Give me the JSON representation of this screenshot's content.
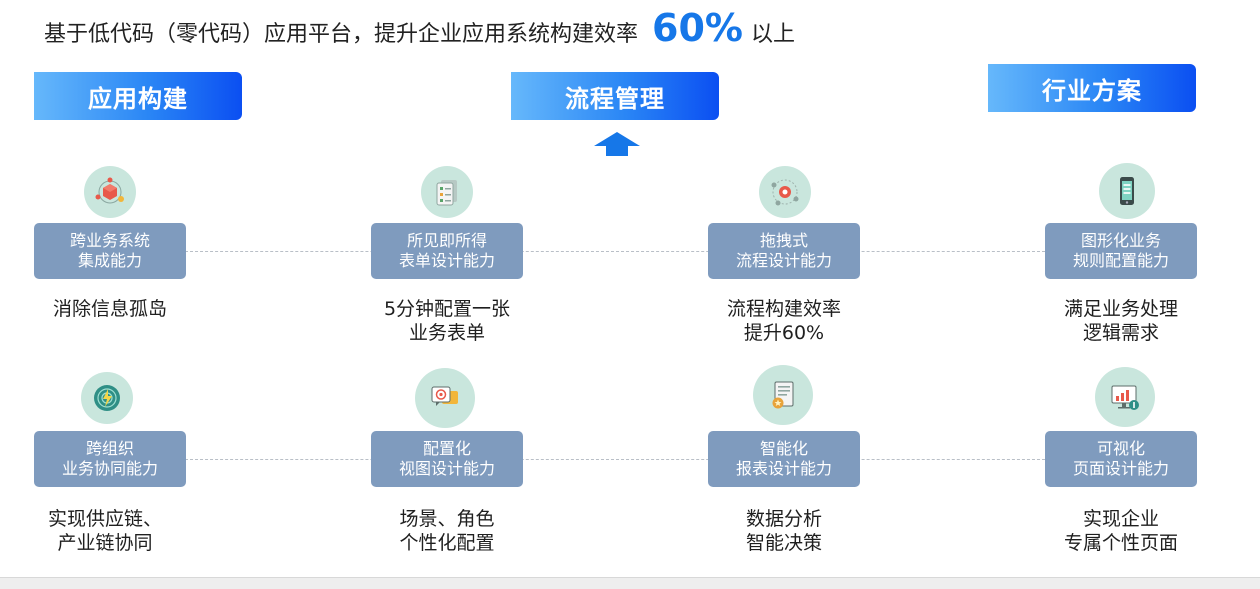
{
  "headline": {
    "text": "基于低代码（零代码）应用平台，提升企业应用系统构建效率",
    "number": "60%",
    "suffix": "以上"
  },
  "tags": [
    "应用构建",
    "流程管理",
    "行业方案"
  ],
  "features": [
    {
      "line1": "跨业务系统",
      "line2": "集成能力",
      "desc1": "消除信息孤岛",
      "desc2": "",
      "icon": "cube-network-icon"
    },
    {
      "line1": "所见即所得",
      "line2": "表单设计能力",
      "desc1": "5分钟配置一张",
      "desc2": "业务表单",
      "icon": "checklist-form-icon"
    },
    {
      "line1": "拖拽式",
      "line2": "流程设计能力",
      "desc1": "流程构建效率",
      "desc2": "提升60%",
      "icon": "process-flow-icon"
    },
    {
      "line1": "图形化业务",
      "line2": "规则配置能力",
      "desc1": "满足业务处理",
      "desc2": "逻辑需求",
      "icon": "mobile-phone-icon"
    },
    {
      "line1": "跨组织",
      "line2": "业务协同能力",
      "desc1": "实现供应链、",
      "desc2": "产业链协同",
      "icon": "radar-icon"
    },
    {
      "line1": "配置化",
      "line2": "视图设计能力",
      "desc1": "场景、角色",
      "desc2": "个性化配置",
      "icon": "chat-target-icon"
    },
    {
      "line1": "智能化",
      "line2": "报表设计能力",
      "desc1": "数据分析",
      "desc2": "智能决策",
      "icon": "report-document-icon"
    },
    {
      "line1": "可视化",
      "line2": "页面设计能力",
      "desc1": "实现企业",
      "desc2": "专属个性页面",
      "icon": "monitor-chart-icon"
    }
  ],
  "colors": {
    "accent": "#1677e8",
    "pill": "#7f9bbe",
    "icon_bg": "#c9e6dd",
    "tag_start": "#66b8fb",
    "tag_end": "#0b4ff2"
  }
}
